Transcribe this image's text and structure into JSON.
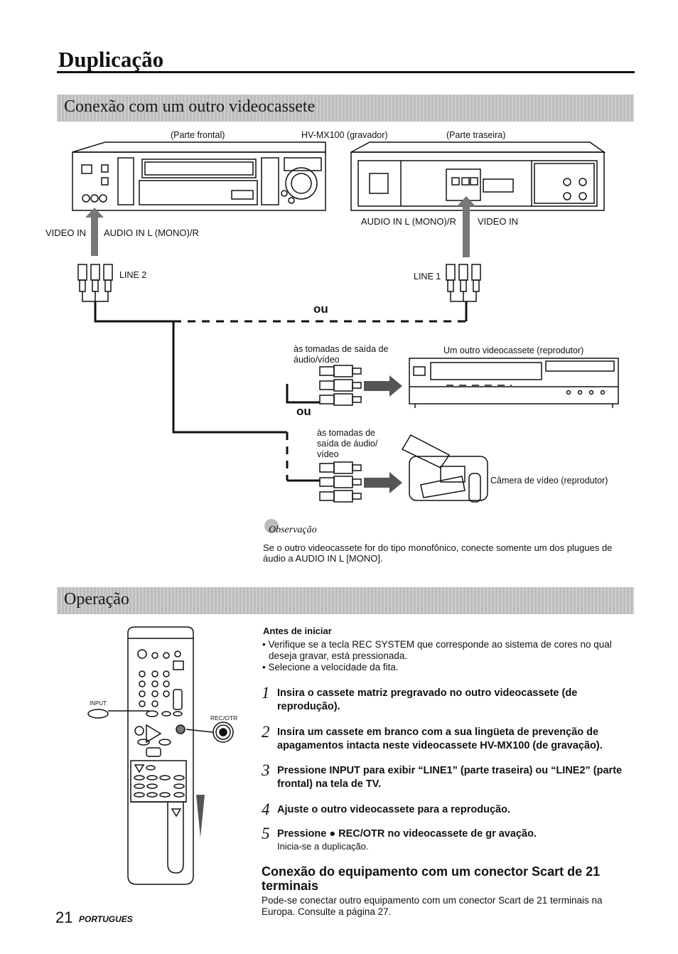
{
  "page_title": "Duplicação",
  "section1": {
    "heading": "Conexão com um outro videocassete",
    "labels": {
      "front": "(Parte frontal)",
      "model": "HV-MX100 (gravador)",
      "rear": "(Parte traseira)",
      "video_in_left": "VIDEO IN",
      "audio_in_left": "AUDIO IN L (MONO)/R",
      "audio_in_right": "AUDIO IN L (MONO)/R",
      "video_in_right": "VIDEO IN",
      "line2": "LINE 2",
      "line1": "LINE 1",
      "ou1": "ou",
      "ou2": "ou",
      "outputs1": "às tomadas de saída de áudio/vídeo",
      "player_vcr": "Um outro videocassete (reprodutor)",
      "outputs2": "às tomadas de saída de áudio/ vídeo",
      "camera": "Câmera de vídeo (reprodutor)"
    },
    "note": {
      "title": "Observação",
      "text": "Se o outro videocassete for do tipo monofônico, conecte somente um dos plugues de áudio a AUDIO IN L [MONO]."
    }
  },
  "section2": {
    "heading": "Operação",
    "remote_labels": {
      "input": "INPUT",
      "recotr": "REC/OTR"
    },
    "before": {
      "title": "Antes de iniciar",
      "items": [
        "• Verifique se a tecla REC SYSTEM que corresponde ao sistema de cores no qual deseja gravar, está pressionada.",
        "• Selecione a velocidade da fita."
      ]
    },
    "steps": [
      {
        "num": "1",
        "text": "Insira o cassete matriz pregravado no outro videocassete (de reprodução).",
        "sub": ""
      },
      {
        "num": "2",
        "text": "Insira um cassete em branco com a sua lingüeta de prevenção de apagamentos intacta neste videocassete HV-MX100 (de gravação).",
        "sub": ""
      },
      {
        "num": "3",
        "text": "Pressione INPUT para exibir “LINE1” (parte traseira) ou “LINE2” (parte frontal) na tela de TV.",
        "sub": ""
      },
      {
        "num": "4",
        "text": "Ajuste o outro videocassete para a reprodução.",
        "sub": ""
      },
      {
        "num": "5",
        "text": "Pressione ● REC/OTR no videocassete de gr avação.",
        "sub": "Inicia-se a duplicação."
      }
    ],
    "scart": {
      "heading": "Conexão do equipamento com um conector Scart de 21 terminais",
      "text": "Pode-se conectar outro equipamento com um conector Scart de 21 terminais na Europa. Consulte a página 27."
    }
  },
  "footer": {
    "page_number": "21",
    "language": "PORTUGUES"
  }
}
